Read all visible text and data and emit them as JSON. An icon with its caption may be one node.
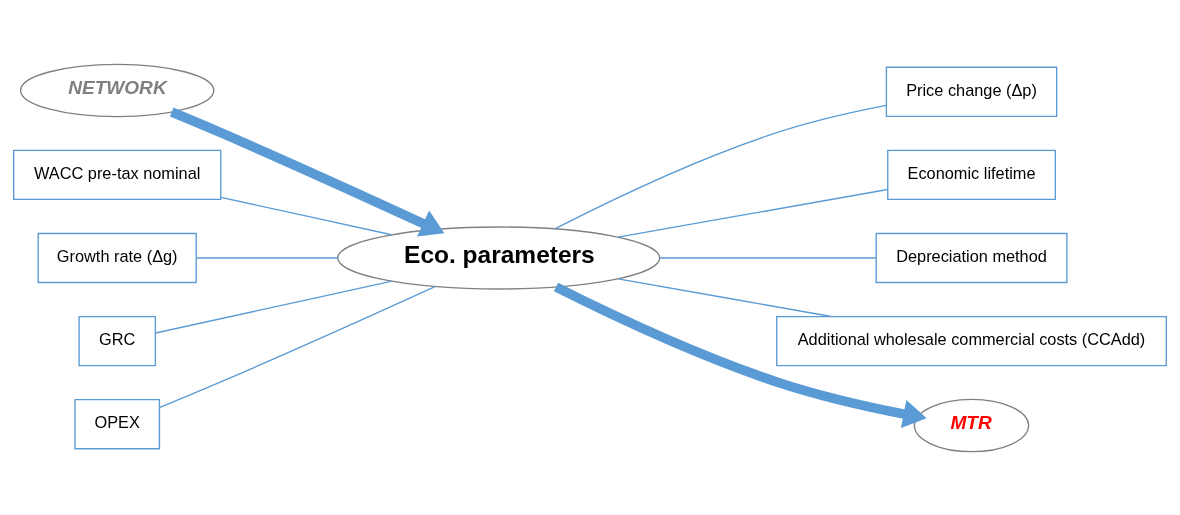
{
  "diagram": {
    "nodes": [
      {
        "text": [
          "NETWORK"
        ]
      },
      {
        "text": [
          "WACC pre-tax nominal"
        ]
      },
      {
        "text": [
          "Growth rate (Δg)"
        ]
      },
      {
        "text": [
          "GRC"
        ]
      },
      {
        "text": [
          "OPEX"
        ]
      },
      {
        "text": [
          "Eco. parameters"
        ]
      },
      {
        "text": [
          "Price change (Δp)"
        ]
      },
      {
        "text": [
          "Economic lifetime"
        ]
      },
      {
        "text": [
          "Depreciation method"
        ]
      },
      {
        "text": [
          "Additional wholesale commercial costs (CCAdd)"
        ]
      },
      {
        "text": [
          "MTR"
        ]
      }
    ],
    "edges": [
      {
        "from": 0,
        "to": 5,
        "arrow": "to",
        "style": "thick"
      },
      {
        "from": 1,
        "to": 5,
        "arrow": "none"
      },
      {
        "from": 2,
        "to": 5,
        "arrow": "none"
      },
      {
        "from": 3,
        "to": 5,
        "arrow": "none"
      },
      {
        "from": 4,
        "to": 5,
        "arrow": "none"
      },
      {
        "from": 5,
        "to": 6,
        "arrow": "none"
      },
      {
        "from": 5,
        "to": 7,
        "arrow": "none"
      },
      {
        "from": 5,
        "to": 8,
        "arrow": "none"
      },
      {
        "from": 5,
        "to": 9,
        "arrow": "none"
      },
      {
        "from": 5,
        "to": 10,
        "arrow": "to",
        "style": "thick"
      }
    ]
  }
}
